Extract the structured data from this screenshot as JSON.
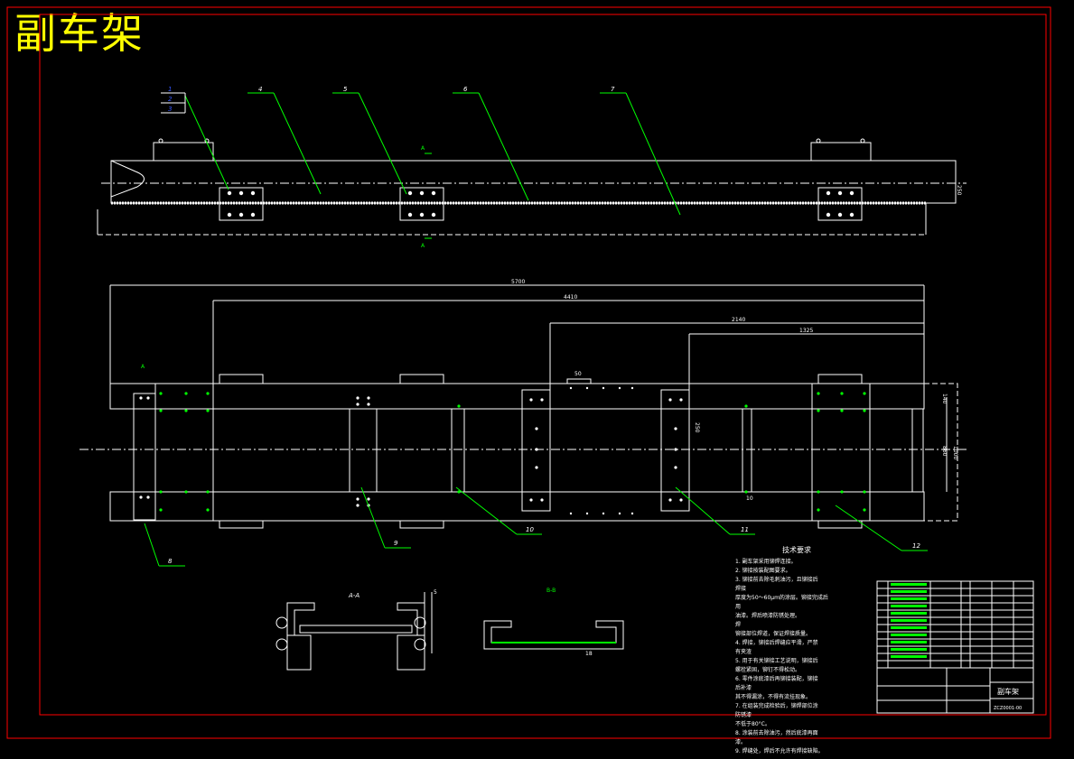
{
  "title": "副车架",
  "colors": {
    "background": "#000000",
    "border": "#ff0000",
    "line": "#ffffff",
    "leader": "#00ff00",
    "title": "#ffff00"
  },
  "balloons": {
    "top": [
      "1",
      "2",
      "3",
      "4",
      "5",
      "6",
      "7"
    ],
    "bottom": [
      "8",
      "9",
      "10",
      "11",
      "12"
    ]
  },
  "section_labels": {
    "a": "A",
    "aa": "A-A",
    "bb": "B-B"
  },
  "dimensions": {
    "d1": "5700",
    "d2": "4410",
    "d3": "2140",
    "d4": "1325",
    "d5": "250",
    "d6": "140",
    "d7": "860",
    "d8": "1000",
    "d9": "50",
    "d10": "10",
    "d11": "5",
    "d12": "18"
  },
  "tech_requirements": {
    "heading": "技术要求",
    "lines": [
      "1. 副车架采用铆焊连接。",
      "2. 铆接按装配图要求。",
      "3. 铆接前去除毛刺油污，且铆接后",
      "   焊接",
      "   厚度为50～60μm的涂层。铆接完成后",
      "用",
      "   油漆。焊后喷漆防锈处理。",
      "焊",
      "   铆接部位焊道，保证焊接质量。",
      "4. 焊接，铆接后焊缝应平滑，严禁",
      "   有夹渣",
      "5. 用于有关铆接工艺说明，铆接后",
      "   螺栓紧固，铆钉不得松动。",
      "6. 零件涂底漆后再铆接装配，铆接",
      "   后补漆",
      "   其不得漏涂，不得有流挂现象。",
      "7. 在组装完成检验后，铆焊部位涂",
      "   防锈漆",
      "   不低于80°C。",
      "8. 涂装前去除油污，然后底漆再面",
      "   漆。",
      "9. 焊缝处，焊后不允许有焊接缺陷。"
    ]
  },
  "title_block": {
    "part_name": "副车架",
    "drawing_no": "ZCZ0001-00"
  }
}
